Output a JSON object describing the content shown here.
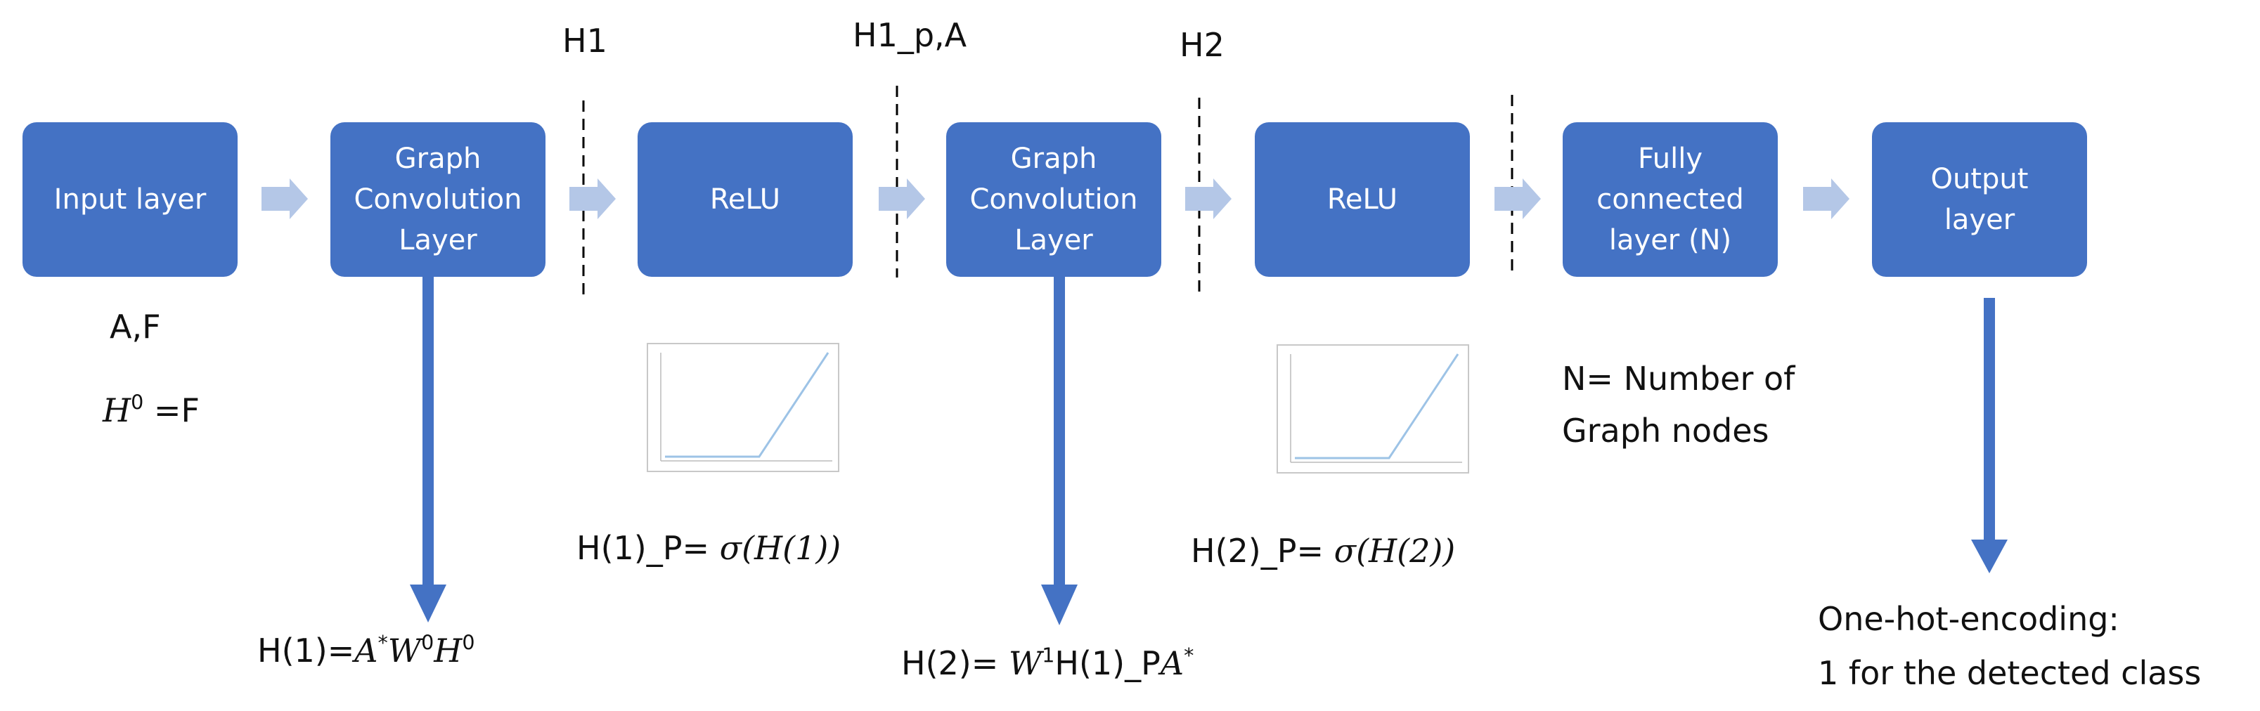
{
  "layers": [
    {
      "id": "input",
      "lines": [
        "Input layer"
      ]
    },
    {
      "id": "gc1",
      "lines": [
        "Graph",
        "Convolution",
        "Layer"
      ]
    },
    {
      "id": "relu1",
      "lines": [
        "ReLU"
      ]
    },
    {
      "id": "gc2",
      "lines": [
        "Graph",
        "Convolution",
        "Layer"
      ]
    },
    {
      "id": "relu2",
      "lines": [
        "ReLU"
      ]
    },
    {
      "id": "fc",
      "lines": [
        "Fully",
        "connected",
        "layer (N)"
      ]
    },
    {
      "id": "output",
      "lines": [
        "Output",
        "layer"
      ]
    }
  ],
  "markers": {
    "h1": "H1",
    "h1p": "H1_p,A",
    "h2": "H2"
  },
  "labels": {
    "input_af": "A,F",
    "input_h0": "=F",
    "n_line1": "N= Number of",
    "n_line2": "Graph nodes",
    "relu1_formula": "H(1)_P=",
    "relu1_arg": "(H(1))",
    "relu2_formula": "H(2)_P=",
    "relu2_arg": "(H(2))",
    "gc1_formula_prefix": "H(1)=",
    "gc2_formula_prefix": "H(2)=",
    "gc2_formula_mid": "H(1)_P",
    "output_line1": "One-hot-encoding:",
    "output_line2": "1 for the detected class"
  },
  "symbols": {
    "sigma": "σ",
    "H": "H",
    "A": "A",
    "W": "W",
    "sup0": "0",
    "sup1": "1",
    "star": "*"
  },
  "colors": {
    "box": "#4472C4",
    "chevron": "#B4C7E7",
    "arrow": "#4472C4",
    "relu_curve": "#9DC3E6"
  }
}
